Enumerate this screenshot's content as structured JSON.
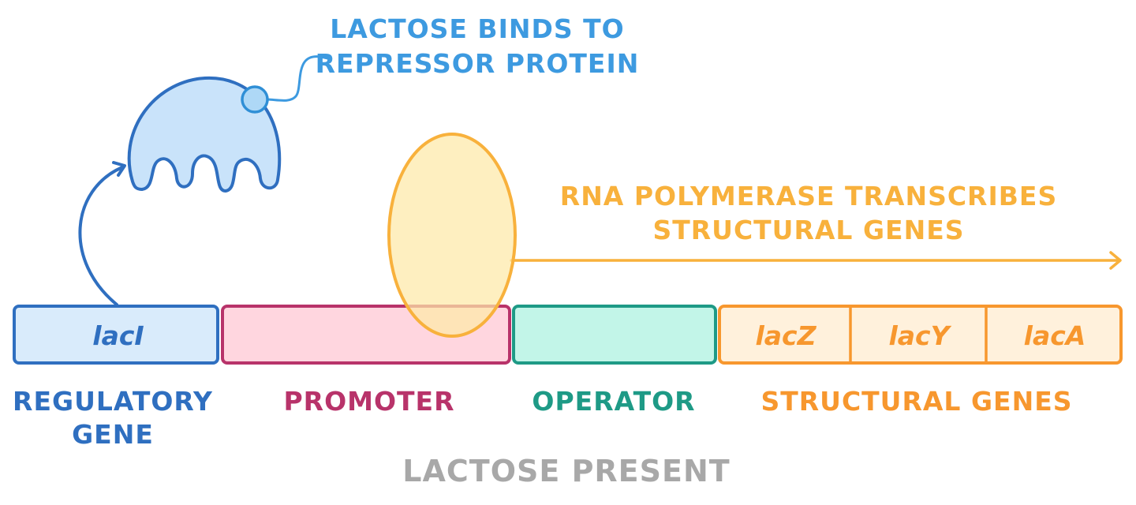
{
  "repressor_label": {
    "line1": "LACTOSE BINDS TO",
    "line2": "REPRESSOR PROTEIN"
  },
  "polymerase_label": {
    "line1": "RNA POLYMERASE TRANSCRIBES",
    "line2": "STRUCTURAL GENES"
  },
  "genes": {
    "lacI": "lacI",
    "lacZ": "lacZ",
    "lacY": "lacY",
    "lacA": "lacA"
  },
  "region_labels": {
    "regulatory": {
      "line1": "REGULATORY",
      "line2": "GENE"
    },
    "promoter": "PROMOTER",
    "operator": "OPERATOR",
    "structural": "STRUCTURAL GENES"
  },
  "caption": "LACTOSE PRESENT",
  "colors": {
    "blue_dark": "#2f6fc0",
    "blue_light": "#3d9ae0",
    "blue_fill": "#d9ebfb",
    "pink": "#b8336a",
    "pink_fill": "#ffd6df",
    "teal": "#1e9a86",
    "teal_fill": "#c2f5e8",
    "orange": "#f7972e",
    "orange_fill": "#fff1dc",
    "yellow": "#f8b13c",
    "gray": "#a8a8a8"
  }
}
